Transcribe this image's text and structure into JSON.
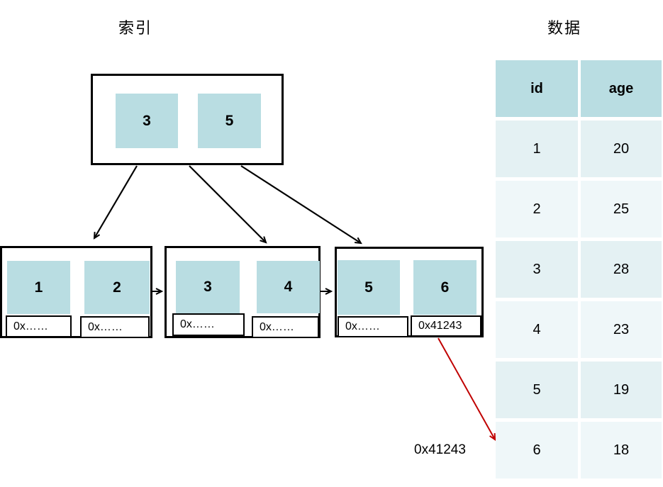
{
  "titles": {
    "index": "索引",
    "data": "数据"
  },
  "colors": {
    "cell_fill": "#b9dde2",
    "table_header_fill": "#b9dde2",
    "table_row_odd": "#e4f1f3",
    "table_row_even": "#eff7f9",
    "tree_arrow": "#000000",
    "pointer_arrow": "#c00000"
  },
  "root_node": {
    "keys": [
      "3",
      "5"
    ]
  },
  "leaves": [
    {
      "keys": [
        "1",
        "2"
      ],
      "pointers": [
        "0x……",
        "0x……"
      ]
    },
    {
      "keys": [
        "3",
        "4"
      ],
      "pointers": [
        "0x……",
        "0x……"
      ]
    },
    {
      "keys": [
        "5",
        "6"
      ],
      "pointers": [
        "0x……",
        "0x41243"
      ]
    }
  ],
  "pointer_callout_label": "0x41243",
  "table": {
    "headers": [
      "id",
      "age"
    ],
    "rows": [
      [
        "1",
        "20"
      ],
      [
        "2",
        "25"
      ],
      [
        "3",
        "28"
      ],
      [
        "4",
        "23"
      ],
      [
        "5",
        "19"
      ],
      [
        "6",
        "18"
      ]
    ]
  }
}
